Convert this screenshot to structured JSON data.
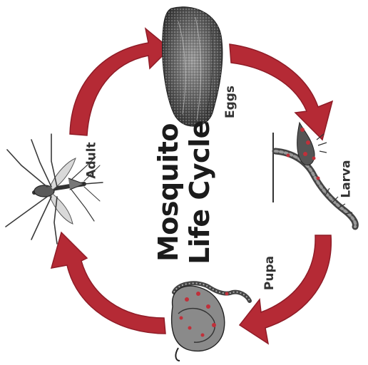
{
  "title": {
    "line1": "Mosquito",
    "line2": "Life Cycle"
  },
  "stages": {
    "eggs": "Eggs",
    "larva": "Larva",
    "pupa": "Pupa",
    "adult": "Adult"
  },
  "colors": {
    "arrow": "#b52a35",
    "arrow_dark": "#8f1c27",
    "ink": "#2a2a2a",
    "accent": "#c0303a"
  },
  "icons": {
    "eggs": "egg-raft-icon",
    "larva": "larva-icon",
    "pupa": "pupa-icon",
    "adult": "adult-mosquito-icon"
  }
}
